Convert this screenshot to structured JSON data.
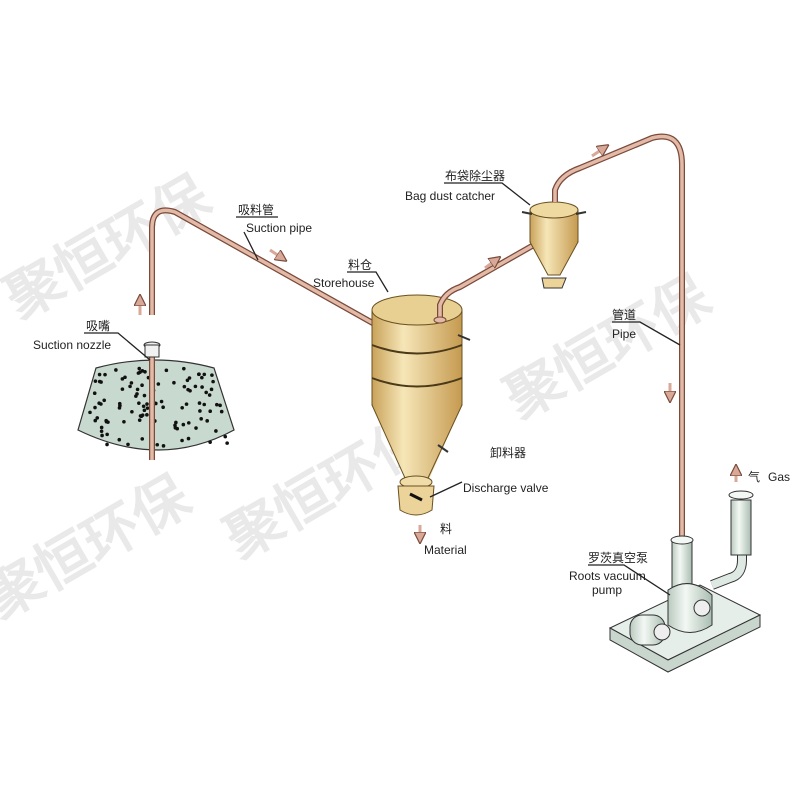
{
  "watermark": "聚恒环保",
  "labels": {
    "suction_pipe": {
      "zh": "吸料管",
      "en": "Suction pipe"
    },
    "suction_nozzle": {
      "zh": "吸嘴",
      "en": "Suction nozzle"
    },
    "storehouse": {
      "zh": "料仓",
      "en": "Storehouse"
    },
    "bag_dust_catcher": {
      "zh": "布袋除尘器",
      "en": "Bag dust catcher"
    },
    "pipe": {
      "zh": "管道",
      "en": "Pipe"
    },
    "discharge_valve": {
      "zh": "卸料器",
      "en": "Discharge valve"
    },
    "material": {
      "zh": "料",
      "en": "Material"
    },
    "roots_vacuum_pump": {
      "zh": "罗茨真空泵",
      "en_line1": "Roots vacuum",
      "en_line2": "pump"
    },
    "gas": {
      "zh": "气",
      "en": "Gas"
    }
  },
  "colors": {
    "pipe": "#d9aa98",
    "pipe_edge": "#7a4a3a",
    "tank": "#e3c98a",
    "pump": "#dfe9e3",
    "arrow": "#d8a898"
  }
}
